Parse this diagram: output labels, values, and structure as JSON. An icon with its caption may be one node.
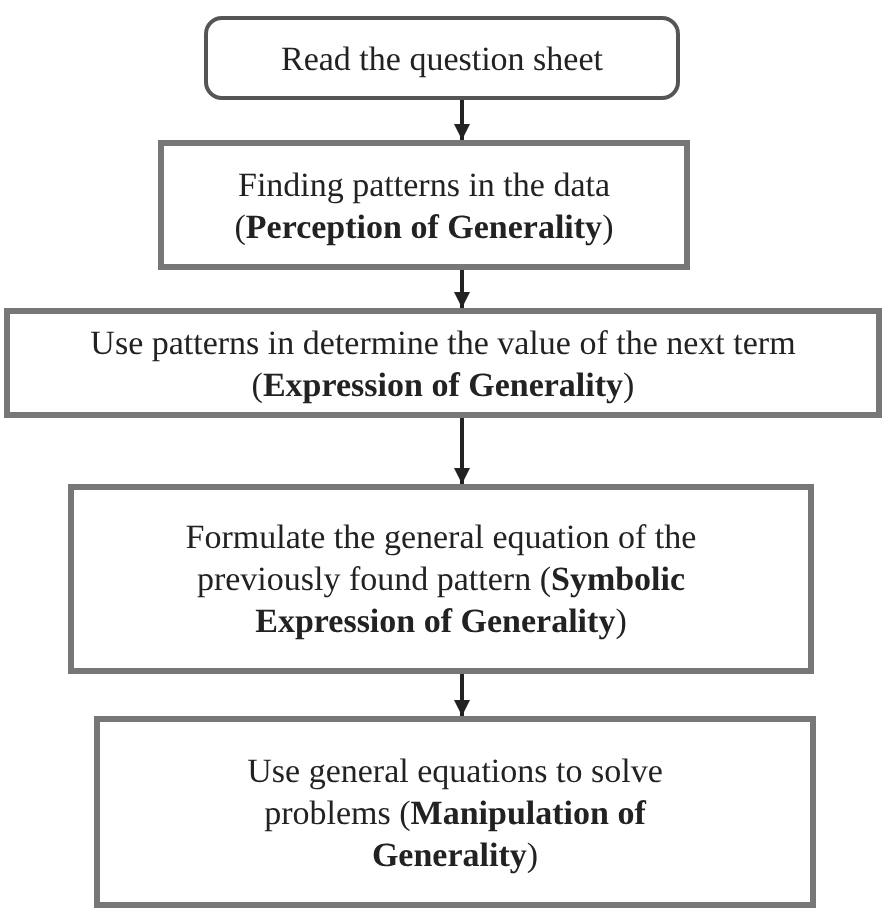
{
  "diagram": {
    "nodes": [
      {
        "text": [
          "Read the question sheet"
        ]
      },
      {
        "text": [
          "Finding patterns in the data (**Perception of Generality**)"
        ]
      },
      {
        "text": [
          "Use patterns in determine the value of the next term (**Expression of Generality**)"
        ]
      },
      {
        "text": [
          "Formulate the general equation of the previously found pattern (**Symbolic Expression of Generality**)"
        ]
      },
      {
        "text": [
          "Use general equations to solve problems (**Manipulation of Generality**)"
        ]
      }
    ],
    "edges": [
      {
        "from": 0,
        "to": 1,
        "arrow": "to"
      },
      {
        "from": 1,
        "to": 2,
        "arrow": "to"
      },
      {
        "from": 2,
        "to": 3,
        "arrow": "to"
      },
      {
        "from": 3,
        "to": 4,
        "arrow": "to"
      }
    ]
  }
}
